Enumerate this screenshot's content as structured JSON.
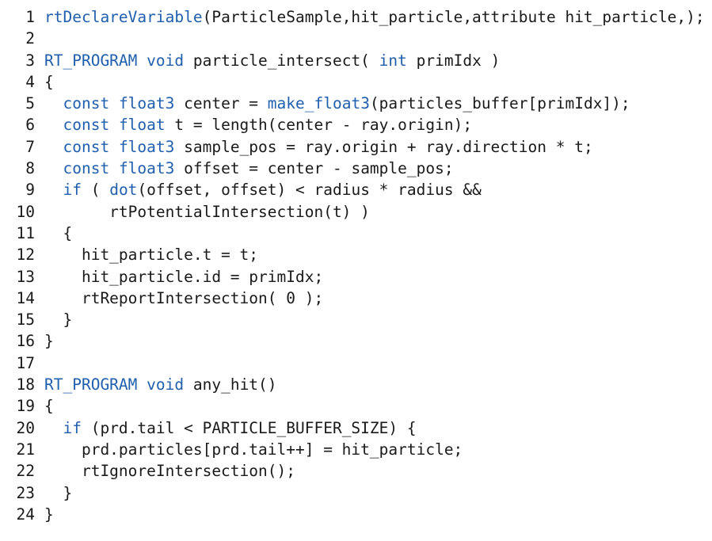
{
  "code": {
    "lines": [
      [
        {
          "t": "rtDeclareVariable",
          "k": true
        },
        {
          "t": "(ParticleSample,hit_particle,attribute hit_particle,);"
        }
      ],
      [],
      [
        {
          "t": "RT_PROGRAM",
          "k": true
        },
        {
          "t": " "
        },
        {
          "t": "void",
          "k": true
        },
        {
          "t": " particle_intersect( "
        },
        {
          "t": "int",
          "k": true
        },
        {
          "t": " primIdx )"
        }
      ],
      [
        {
          "t": "{"
        }
      ],
      [
        {
          "t": "  "
        },
        {
          "t": "const",
          "k": true
        },
        {
          "t": " "
        },
        {
          "t": "float3",
          "k": true
        },
        {
          "t": " center = "
        },
        {
          "t": "make_float3",
          "k": true
        },
        {
          "t": "(particles_buffer[primIdx]);"
        }
      ],
      [
        {
          "t": "  "
        },
        {
          "t": "const",
          "k": true
        },
        {
          "t": " "
        },
        {
          "t": "float",
          "k": true
        },
        {
          "t": " t = length(center - ray.origin);"
        }
      ],
      [
        {
          "t": "  "
        },
        {
          "t": "const",
          "k": true
        },
        {
          "t": " "
        },
        {
          "t": "float3",
          "k": true
        },
        {
          "t": " sample_pos = ray.origin + ray.direction * t;"
        }
      ],
      [
        {
          "t": "  "
        },
        {
          "t": "const",
          "k": true
        },
        {
          "t": " "
        },
        {
          "t": "float3",
          "k": true
        },
        {
          "t": " offset = center - sample_pos;"
        }
      ],
      [
        {
          "t": "  "
        },
        {
          "t": "if",
          "k": true
        },
        {
          "t": " ( "
        },
        {
          "t": "dot",
          "k": true
        },
        {
          "t": "(offset, offset) < radius * radius &&"
        }
      ],
      [
        {
          "t": "       rtPotentialIntersection(t) )"
        }
      ],
      [
        {
          "t": "  {"
        }
      ],
      [
        {
          "t": "    hit_particle.t = t;"
        }
      ],
      [
        {
          "t": "    hit_particle.id = primIdx;"
        }
      ],
      [
        {
          "t": "    rtReportIntersection( 0 );"
        }
      ],
      [
        {
          "t": "  }"
        }
      ],
      [
        {
          "t": "}"
        }
      ],
      [],
      [
        {
          "t": "RT_PROGRAM",
          "k": true
        },
        {
          "t": " "
        },
        {
          "t": "void",
          "k": true
        },
        {
          "t": " any_hit()"
        }
      ],
      [
        {
          "t": "{"
        }
      ],
      [
        {
          "t": "  "
        },
        {
          "t": "if",
          "k": true
        },
        {
          "t": " (prd.tail < PARTICLE_BUFFER_SIZE) {"
        }
      ],
      [
        {
          "t": "    prd.particles[prd.tail++] = hit_particle;"
        }
      ],
      [
        {
          "t": "    rtIgnoreIntersection();"
        }
      ],
      [
        {
          "t": "  }"
        }
      ],
      [
        {
          "t": "}"
        }
      ]
    ],
    "line_numbers": [
      "1",
      "2",
      "3",
      "4",
      "5",
      "6",
      "7",
      "8",
      "9",
      "10",
      "11",
      "12",
      "13",
      "14",
      "15",
      "16",
      "17",
      "18",
      "19",
      "20",
      "21",
      "22",
      "23",
      "24"
    ],
    "colors": {
      "keyword": "#1f5fae",
      "text": "#1a1a1a",
      "background": "#ffffff"
    }
  }
}
